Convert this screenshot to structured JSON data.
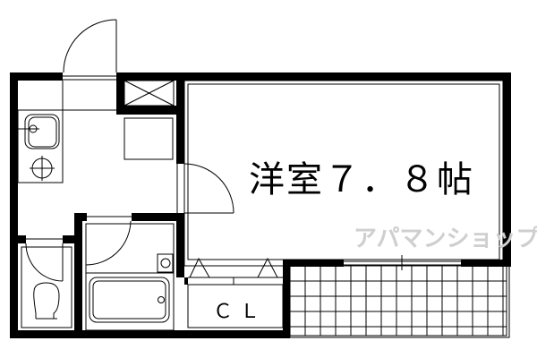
{
  "floorplan": {
    "room_label": "洋室７．８帖",
    "closet_label": "ＣＬ",
    "watermark": "アパマンショップ"
  }
}
